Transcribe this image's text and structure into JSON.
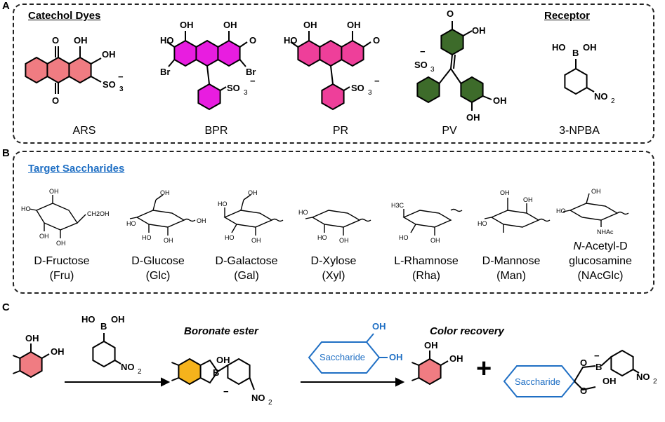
{
  "panels": {
    "a": {
      "letter": "A",
      "heading_dyes": "Catechol Dyes",
      "heading_receptor": "Receptor",
      "dyes": [
        {
          "label": "ARS",
          "color": "#f07c82"
        },
        {
          "label": "BPR",
          "color": "#e81de0"
        },
        {
          "label": "PR",
          "color": "#ee3f9a"
        },
        {
          "label": "PV",
          "color": "#3d6b2a"
        },
        {
          "label": "3-NPBA",
          "color": "#ffffff"
        }
      ],
      "atoms": {
        "oh": "OH",
        "o": "O",
        "ho": "HO",
        "br": "Br",
        "so3": "SO",
        "sub3": "3",
        "minus": "−",
        "b": "B",
        "no2": "NO",
        "sub2": "2"
      }
    },
    "b": {
      "letter": "B",
      "heading": "Target Saccharides",
      "heading_color": "#1f6fc4",
      "saccharides": [
        {
          "prefix": "D",
          "name": "-Fructose",
          "abbr": "(Fru)",
          "extra": "CH2OH"
        },
        {
          "prefix": "D",
          "name": "-Glucose",
          "abbr": "(Glc)"
        },
        {
          "prefix": "D",
          "name": "-Galactose",
          "abbr": "(Gal)"
        },
        {
          "prefix": "D",
          "name": "-Xylose",
          "abbr": "(Xyl)"
        },
        {
          "prefix": "L",
          "name": "-Rhamnose",
          "abbr": "(Rha)",
          "extra": "H3C"
        },
        {
          "prefix": "D",
          "name": "-Mannose",
          "abbr": "(Man)"
        },
        {
          "prefix_italic": "N",
          "name_line1": "-Acetyl-",
          "prefix": "D",
          "name_line2": "-glucosamine",
          "name_line2b": "glucosamine",
          "abbr": "(NAcGlc)",
          "extra": "NHAc"
        }
      ]
    },
    "c": {
      "letter": "C",
      "label_ester": "Boronate ester",
      "label_recovery": "Color recovery",
      "saccharide_text": "Saccharide",
      "plus": "+",
      "saccharide_color": "#1f6fc4",
      "catechol_color": "#f07c82",
      "ester_color": "#f5b31c"
    }
  }
}
